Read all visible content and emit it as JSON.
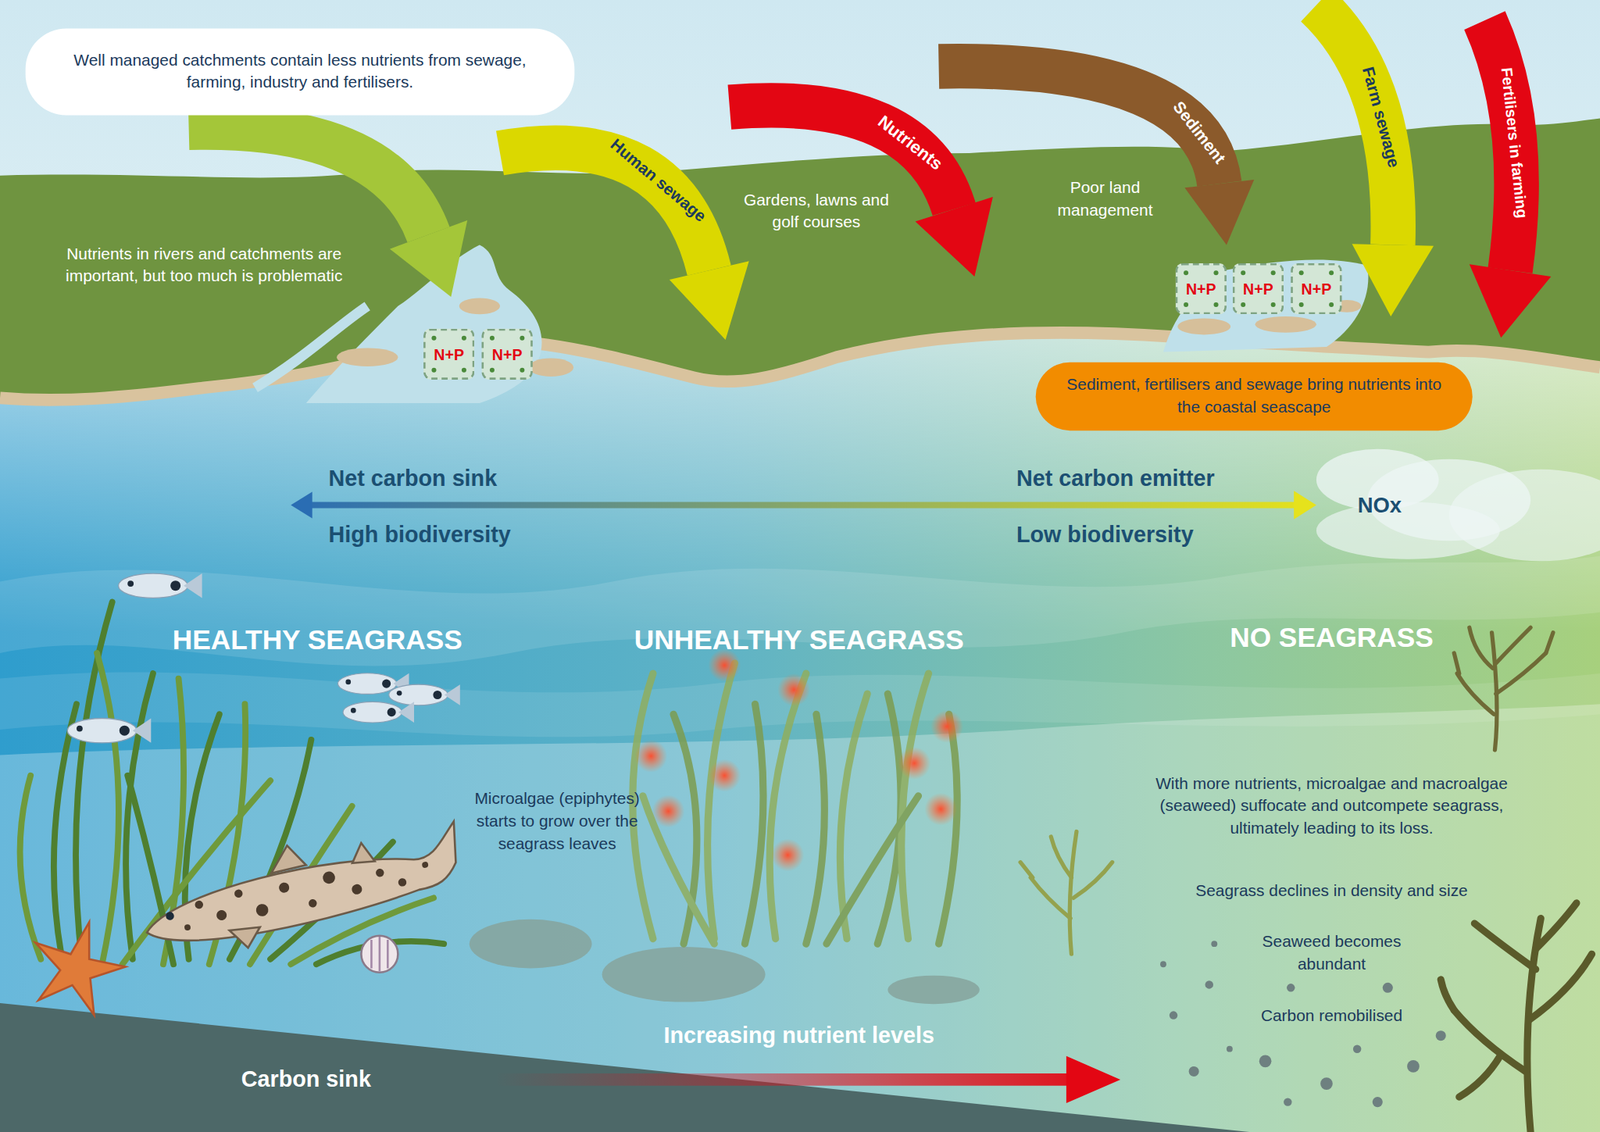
{
  "diagram": {
    "nodes": [
      {
        "text": [
          "Well managed catchments contain less nutrients from sewage, farming, industry and fertilisers."
        ]
      },
      {
        "text": [
          "N+P"
        ]
      },
      {
        "text": [
          "N+P"
        ]
      },
      {
        "text": [
          "N+P"
        ]
      },
      {
        "text": [
          "N+P"
        ]
      },
      {
        "text": [
          "N+P"
        ]
      },
      {
        "text": [
          "Sediment, fertilisers and sewage bring nutrients into the coastal seascape"
        ]
      }
    ],
    "labels": [
      "Human sewage",
      "Nutrients",
      "Sediment",
      "Farm sewage",
      "Fertilisers in farming",
      "Nutrients in rivers and catchments are important, but too much is problematic",
      "Gardens, lawns and golf courses",
      "Poor land management",
      "Net carbon sink",
      "Net carbon emitter",
      "NOx",
      "High biodiversity",
      "Low biodiversity",
      "HEALTHY SEAGRASS",
      "UNHEALTHY SEAGRASS",
      "NO SEAGRASS",
      "Microalgae (epiphytes) starts to grow over the seagrass leaves",
      "With more nutrients, microalgae and macroalgae (seaweed) suffocate and outcompete seagrass, ultimately leading to its loss.",
      "Seagrass declines in density and size",
      "Seaweed becomes abundant",
      "Carbon remobilised",
      "Increasing nutrient levels",
      "Carbon sink"
    ]
  }
}
